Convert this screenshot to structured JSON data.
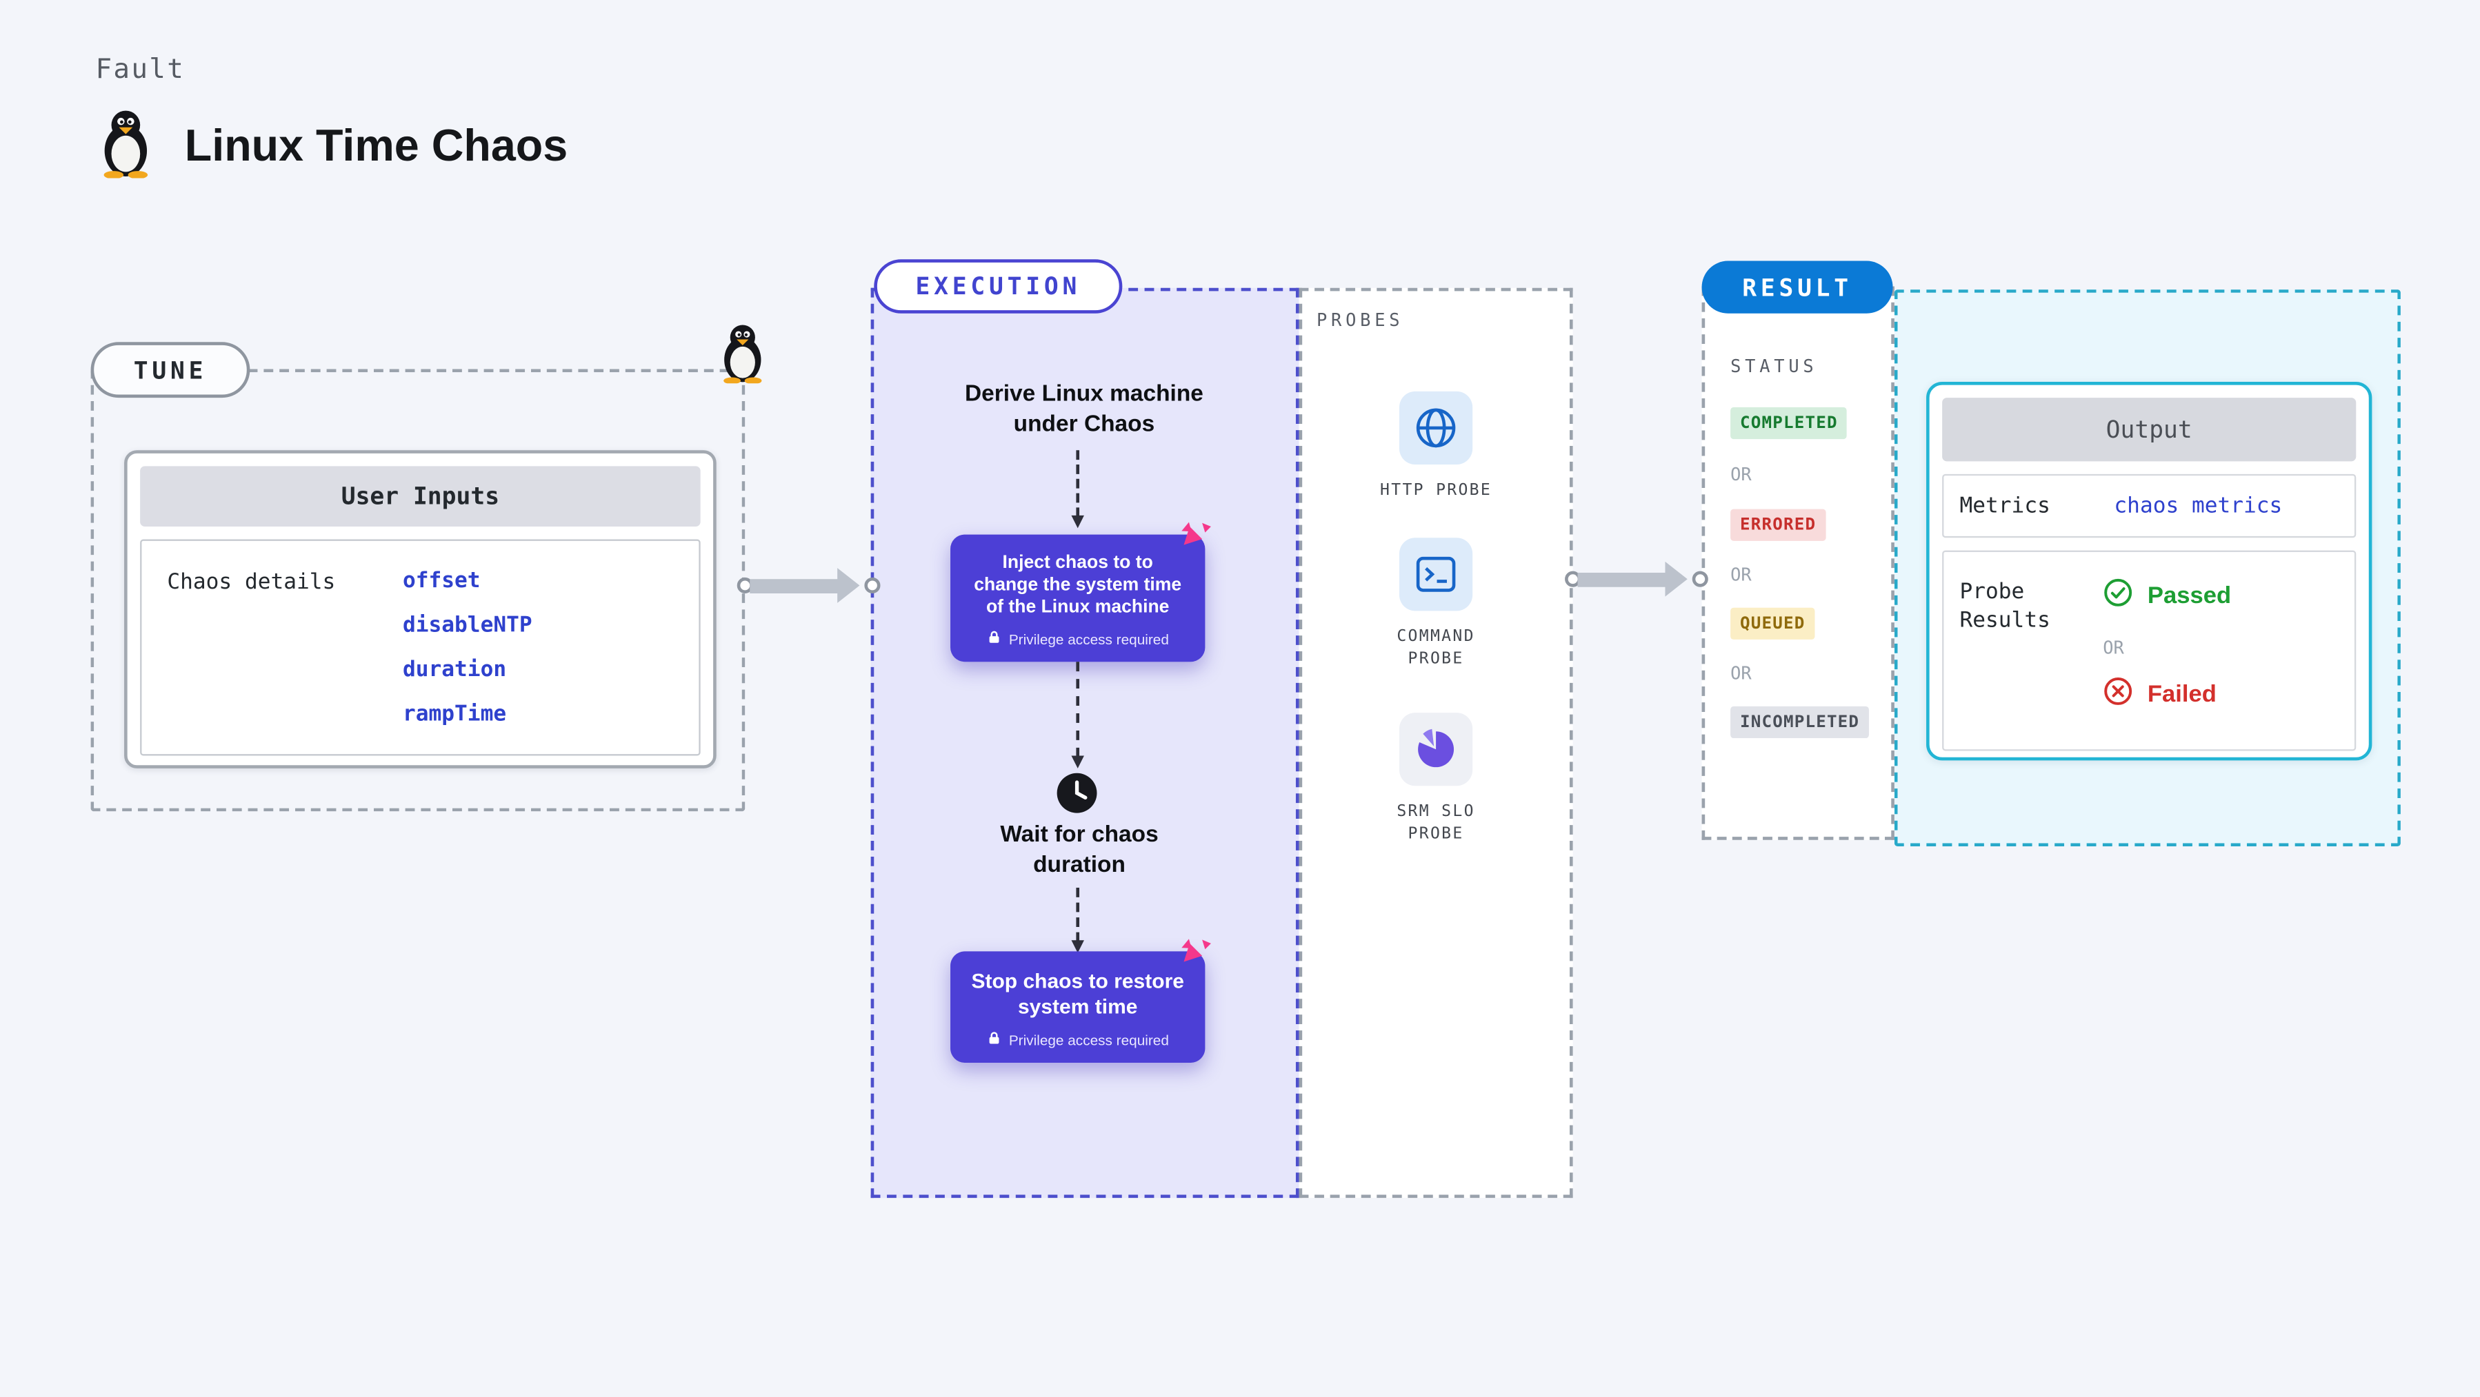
{
  "colors": {
    "page_bg": "#f3f5fa",
    "execution_accent": "#4a44d2",
    "execution_bg": "#e6e6fb",
    "card_purple": "#4c3fd6",
    "chaos_pink": "#f5388b",
    "result_blue": "#0b7ad6",
    "result_border": "#28a9c9",
    "result_bg": "#e9f7fd",
    "link_blue": "#2e41cd",
    "success_green": "#1d9e33",
    "error_red": "#d3302c",
    "warning_yellow": "#fbeec5"
  },
  "header": {
    "kicker": "Fault",
    "title": "Linux Time Chaos",
    "icon": "tux-penguin-icon"
  },
  "tune": {
    "label": "TUNE",
    "inputs_card": {
      "header": "User Inputs",
      "row_label": "Chaos details",
      "values": [
        "offset",
        "disableNTP",
        "duration",
        "rampTime"
      ]
    }
  },
  "execution": {
    "label": "EXECUTION",
    "step_derive": "Derive Linux machine under Chaos",
    "inject_card": {
      "text": "Inject chaos to to change the system time of the Linux machine",
      "badge": "Privilege access required"
    },
    "step_wait": "Wait for chaos duration",
    "stop_card": {
      "text": "Stop chaos to restore system time",
      "badge": "Privilege access required"
    }
  },
  "probes": {
    "label": "PROBES",
    "items": [
      {
        "name": "HTTP PROBE",
        "icon": "globe-icon"
      },
      {
        "name": "COMMAND PROBE",
        "icon": "terminal-icon"
      },
      {
        "name": "SRM SLO PROBE",
        "icon": "pie-chart-icon"
      }
    ]
  },
  "result": {
    "label": "RESULT",
    "status": {
      "heading": "STATUS",
      "separator": "OR",
      "badges": [
        {
          "text": "COMPLETED",
          "type": "success"
        },
        {
          "text": "ERRORED",
          "type": "error"
        },
        {
          "text": "QUEUED",
          "type": "warning"
        },
        {
          "text": "INCOMPLETED",
          "type": "neutral"
        }
      ]
    },
    "output_card": {
      "header": "Output",
      "metrics_label": "Metrics",
      "metrics_value": "chaos metrics",
      "probe_results_label": "Probe Results",
      "passed_label": "Passed",
      "separator": "OR",
      "failed_label": "Failed"
    }
  }
}
